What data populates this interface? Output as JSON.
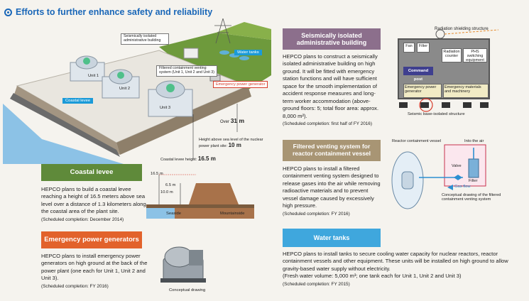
{
  "title": "Efforts to further enhance safety and reliability",
  "illustration": {
    "seismic_label": "Seismically isolated administrative building",
    "water_tanks_label": "Water tanks",
    "filtered_venting_label": "Filtered containment venting system (Unit 1, Unit 2 and Unit 3)",
    "emergency_label": "Emergency power generator",
    "coastal_label": "Coastal levee",
    "unit1": "Unit 1",
    "unit2": "Unit 2",
    "unit3": "Unit 3",
    "over_label": "Over",
    "over_value": "31 m",
    "height_label": "Height above sea level of the nuclear power plant site:",
    "height_value": "10 m",
    "levee_label": "Coastal levee height:",
    "levee_value": "16.5 m"
  },
  "coastal": {
    "title": "Coastal levee",
    "body": "HEPCO plans to build a coastal levee reaching a height of 16.5 meters above sea level over a distance of 1.3 kilometers along the coastal area of the plant site.",
    "note": "(Scheduled completion: December 2014)",
    "h1": "16.5 m",
    "h2": "6.5 m",
    "h3": "10.0 m",
    "seaside": "Seaside",
    "mountainside": "Mountainside"
  },
  "emergency": {
    "title": "Emergency power generators",
    "body": "HEPCO plans to install emergency power generators on high ground at the back of the power plant (one each for Unit 1, Unit 2 and Unit 3).",
    "note": "(Scheduled completion: FY 2016)",
    "caption": "Conceptual drawing"
  },
  "seismic": {
    "title": "Seismically isolated administrative building",
    "body": "HEPCO plans to construct a seismically isolated administrative building on high ground. It will be fitted with emergency station functions and will have sufficient space for the smooth implementation of accident response measures and long-term worker accommodation (above-ground floors: 5; total floor area: approx. 8,000 m²).",
    "note": "(Scheduled completion: first half of FY 2016)",
    "diagram": {
      "shield": "Radiation shielding structure",
      "fan": "Fan",
      "filter": "Filter",
      "radiation_counter": "Radiation counter",
      "phs": "PHS switching equipment",
      "command_post": "Command post",
      "emg_power": "Emergency power generator",
      "emg_materials": "Emergency materials and machinery",
      "base": "Seismic base-isolated structure"
    }
  },
  "venting": {
    "title": "Filtered venting system for reactor containment vessel",
    "body": "HEPCO plans to install a filtered containment venting system designed to release gases into the air while removing radioactive materials and to prevent vessel damage caused by excessively high pressure.",
    "note": "(Scheduled completion: FY 2016)",
    "diagram": {
      "vessel": "Reactor containment vessel",
      "into_air": "Into the air",
      "valve": "Valve",
      "filter": "Filter",
      "gas_flow": "Gas flow",
      "caption": "Conceptual drawing of the filtered containment venting system"
    }
  },
  "tanks": {
    "title": "Water tanks",
    "body": "HEPCO plans to install tanks to secure cooling water capacity for nuclear reactors, reactor containment vessels and other equipment. These units will be installed on high ground to allow gravity-based water supply without electricity.",
    "body2": "(Fresh water volume: 5,000 m³; one tank each for Unit 1, Unit 2 and Unit 3)",
    "note": "(Scheduled completion: FY 2015)"
  },
  "colors": {
    "title_blue": "#1a67b8",
    "green": "#5f8a3a",
    "orange": "#e2622b",
    "purple": "#8c6f8c",
    "tan": "#a89574",
    "blue": "#3fa7dd"
  }
}
